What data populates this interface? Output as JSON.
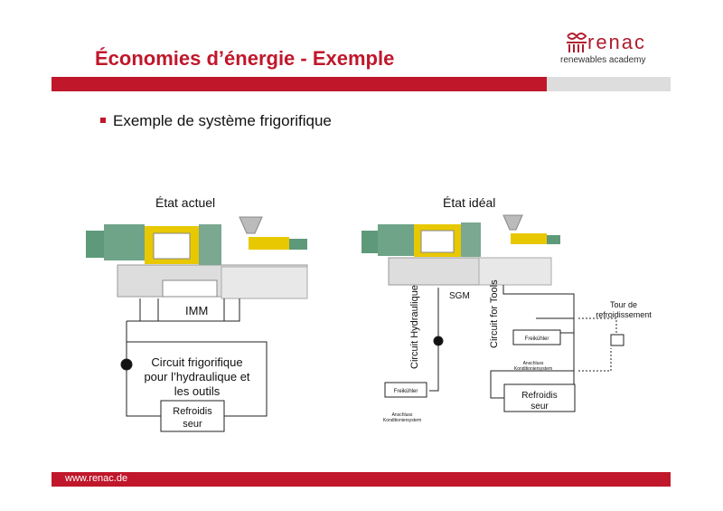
{
  "title": "Économies d’énergie - Exemple",
  "logo": {
    "word": "renac",
    "subtitle": "renewables academy"
  },
  "bullet": "Exemple de système frigorifique",
  "left": {
    "heading": "État actuel",
    "imm": "IMM",
    "circuit": [
      "Circuit frigorifique",
      "pour l’hydraulique et",
      "les outils"
    ],
    "chiller": [
      "Refroidis",
      "seur"
    ]
  },
  "right": {
    "heading": "État idéal",
    "sgm": "SGM",
    "circuit_hydraulic": "Circuit  Hydraulique",
    "circuit_tools": "Circuit for Tools",
    "tower": [
      "Tour de",
      "refroidissement"
    ],
    "freecooler": "Freikühler",
    "connection": [
      "Anschluss",
      "Konditioniersystem"
    ],
    "chiller": [
      "Refroidis",
      "seur"
    ]
  },
  "footer": "www.renac.de",
  "colors": {
    "brand": "#c0172b",
    "machine_green": "#5e9a7a",
    "machine_yellow": "#e8c800"
  }
}
